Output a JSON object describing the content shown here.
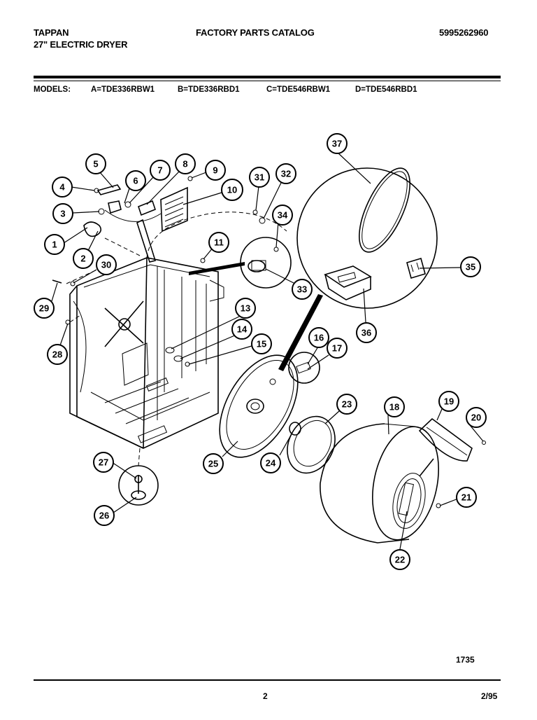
{
  "header": {
    "brand": "TAPPAN",
    "product": "27\" ELECTRIC DRYER",
    "catalog_title": "FACTORY PARTS CATALOG",
    "catalog_number": "5995262960"
  },
  "models": {
    "label": "MODELS:",
    "items": [
      "A=TDE336RBW1",
      "B=TDE336RBD1",
      "C=TDE546RBW1",
      "D=TDE546RBD1"
    ]
  },
  "callouts": [
    "1",
    "2",
    "3",
    "4",
    "5",
    "6",
    "7",
    "8",
    "9",
    "10",
    "11",
    "13",
    "14",
    "15",
    "16",
    "17",
    "18",
    "19",
    "20",
    "21",
    "22",
    "23",
    "24",
    "25",
    "26",
    "27",
    "28",
    "29",
    "30",
    "31",
    "32",
    "33",
    "34",
    "35",
    "36",
    "37"
  ],
  "footer": {
    "figure_number": "1735",
    "page_number": "2",
    "date": "2/95"
  }
}
